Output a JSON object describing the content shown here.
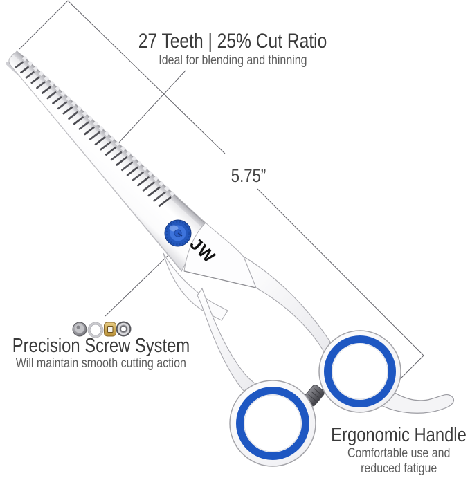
{
  "brand": {
    "logo": "JW"
  },
  "callouts": {
    "teeth": {
      "title": "27 Teeth | 25% Cut Ratio",
      "subtitle": "Ideal for blending and thinning"
    },
    "length": {
      "label": "5.75”"
    },
    "screw_system": {
      "title": "Precision Screw System",
      "subtitle": "Will maintain smooth cutting action",
      "icons": [
        "screw-head-icon",
        "washer-ring-icon",
        "brass-nut-icon",
        "locknut-icon"
      ]
    },
    "handle": {
      "title": "Ergonomic Handle",
      "subtitle": "Comfortable use and reduced fatigue"
    }
  },
  "colors": {
    "ring_blue": "#1e57c2",
    "screw_blue": "#2e66cf",
    "brass": "#c9a24b",
    "title_text": "#3a3a3a",
    "subtitle_text": "#5c5c5c",
    "leader_line": "#63636a"
  },
  "teeth_detail": {
    "count": 28
  }
}
